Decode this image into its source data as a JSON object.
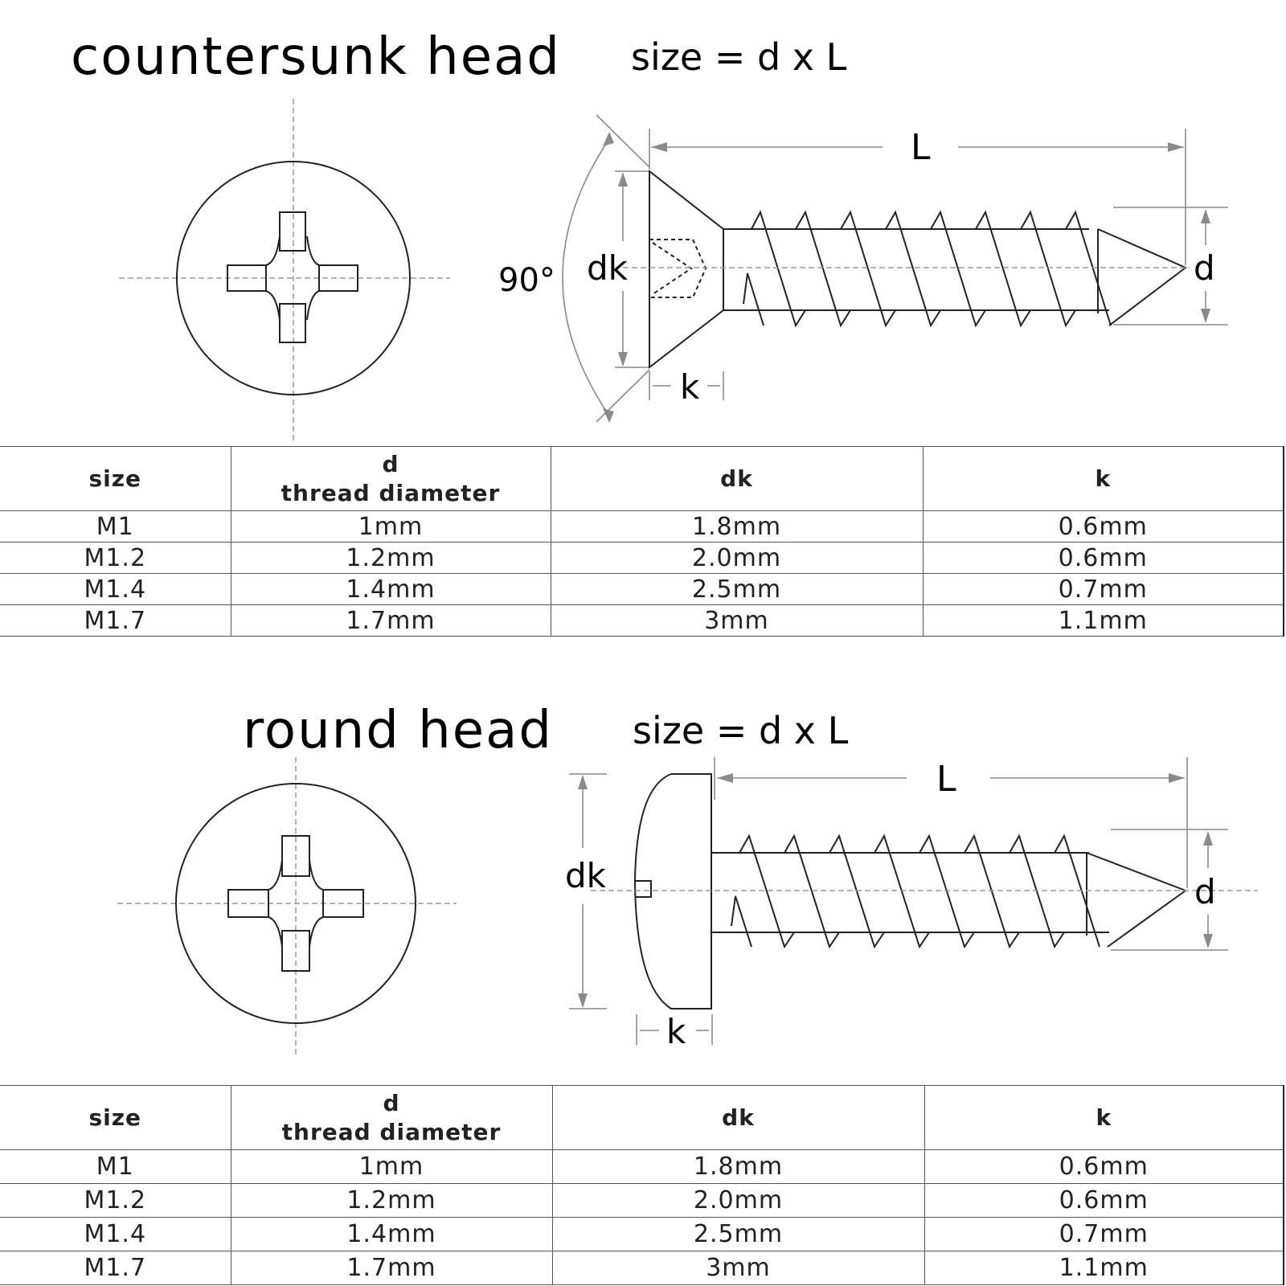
{
  "sections": [
    {
      "title": "countersunk head",
      "formula": "size = d x L",
      "labels": {
        "length": "L",
        "head_diameter": "dk",
        "thread_diameter": "d",
        "head_height": "k",
        "angle": "90°"
      },
      "table": {
        "headers": {
          "size": "size",
          "d": "d",
          "d_sub": "thread diameter",
          "dk": "dk",
          "k": "k"
        },
        "rows": [
          {
            "size": "M1",
            "d": "1mm",
            "dk": "1.8mm",
            "k": "0.6mm"
          },
          {
            "size": "M1.2",
            "d": "1.2mm",
            "dk": "2.0mm",
            "k": "0.6mm"
          },
          {
            "size": "M1.4",
            "d": "1.4mm",
            "dk": "2.5mm",
            "k": "0.7mm"
          },
          {
            "size": "M1.7",
            "d": "1.7mm",
            "dk": "3mm",
            "k": "1.1mm"
          }
        ]
      }
    },
    {
      "title": "round head",
      "formula": "size = d x L",
      "labels": {
        "length": "L",
        "head_diameter": "dk",
        "thread_diameter": "d",
        "head_height": "k"
      },
      "table": {
        "headers": {
          "size": "size",
          "d": "d",
          "d_sub": "thread diameter",
          "dk": "dk",
          "k": "k"
        },
        "rows": [
          {
            "size": "M1",
            "d": "1mm",
            "dk": "1.8mm",
            "k": "0.6mm"
          },
          {
            "size": "M1.2",
            "d": "1.2mm",
            "dk": "2.0mm",
            "k": "0.6mm"
          },
          {
            "size": "M1.4",
            "d": "1.4mm",
            "dk": "2.5mm",
            "k": "0.7mm"
          },
          {
            "size": "M1.7",
            "d": "1.7mm",
            "dk": "3mm",
            "k": "1.1mm"
          }
        ]
      }
    }
  ]
}
